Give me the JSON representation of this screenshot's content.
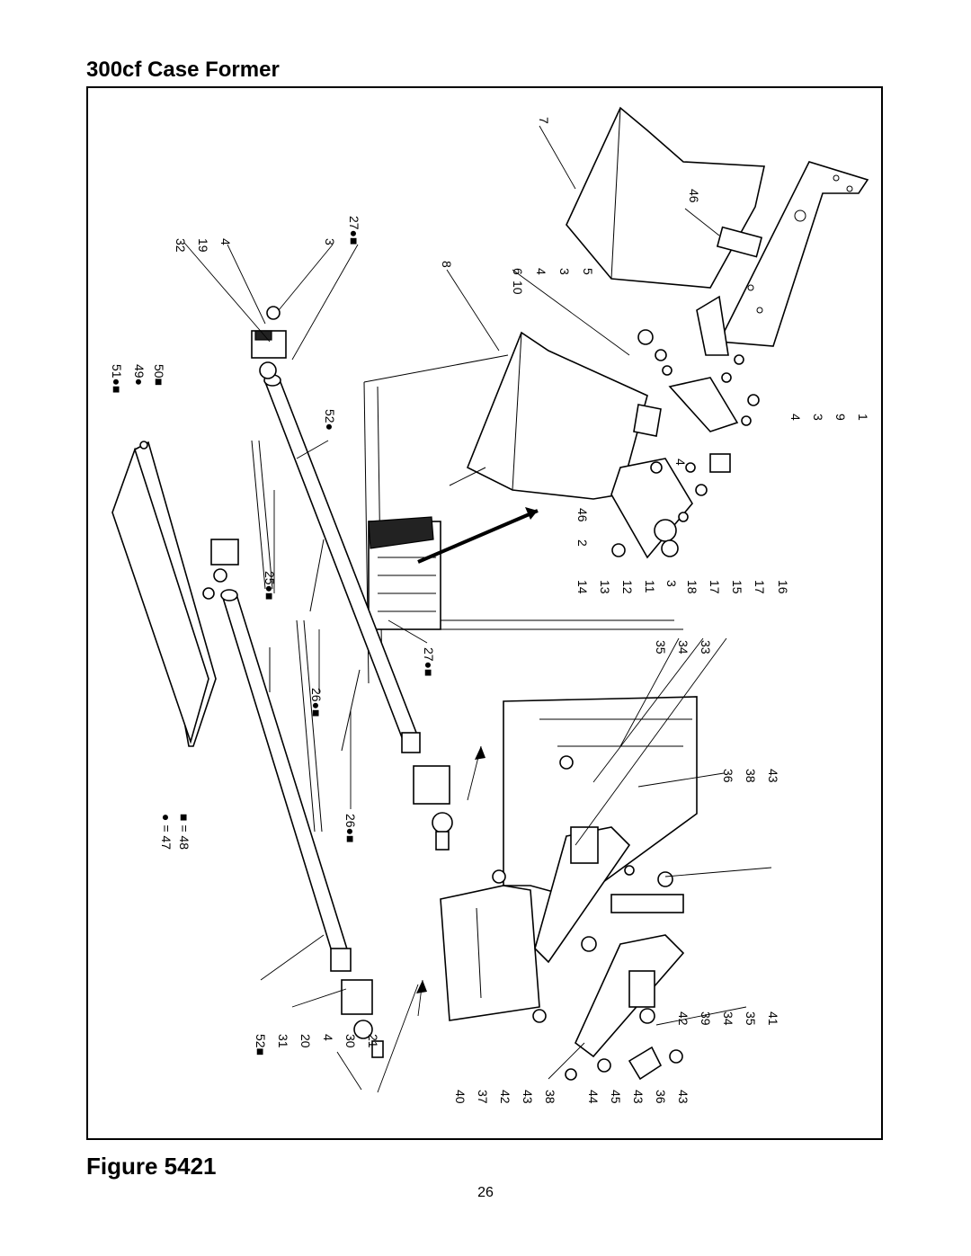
{
  "page": {
    "title": "300cf Case Former",
    "figure_caption": "Figure 5421",
    "page_number": "26"
  },
  "legend": {
    "circle": "● = 47",
    "square": "■ = 48"
  },
  "callouts": [
    "7",
    "46",
    "8",
    "6",
    "10",
    "4",
    "3",
    "5",
    "1",
    "9",
    "3",
    "4",
    "16",
    "17",
    "15",
    "17",
    "18",
    "3",
    "11",
    "12",
    "13",
    "14",
    "2",
    "46",
    "4",
    "32",
    "19",
    "4",
    "3",
    "27●■",
    "51●■",
    "49●",
    "50■",
    "52●",
    "25●■",
    "27●■",
    "26●■",
    "26●■",
    "35",
    "34",
    "33",
    "36",
    "38",
    "43",
    "41",
    "35",
    "34",
    "39",
    "42",
    "43",
    "36",
    "43",
    "45",
    "44",
    "38",
    "43",
    "42",
    "37",
    "40",
    "52■",
    "31",
    "20",
    "4",
    "30",
    "21"
  ]
}
